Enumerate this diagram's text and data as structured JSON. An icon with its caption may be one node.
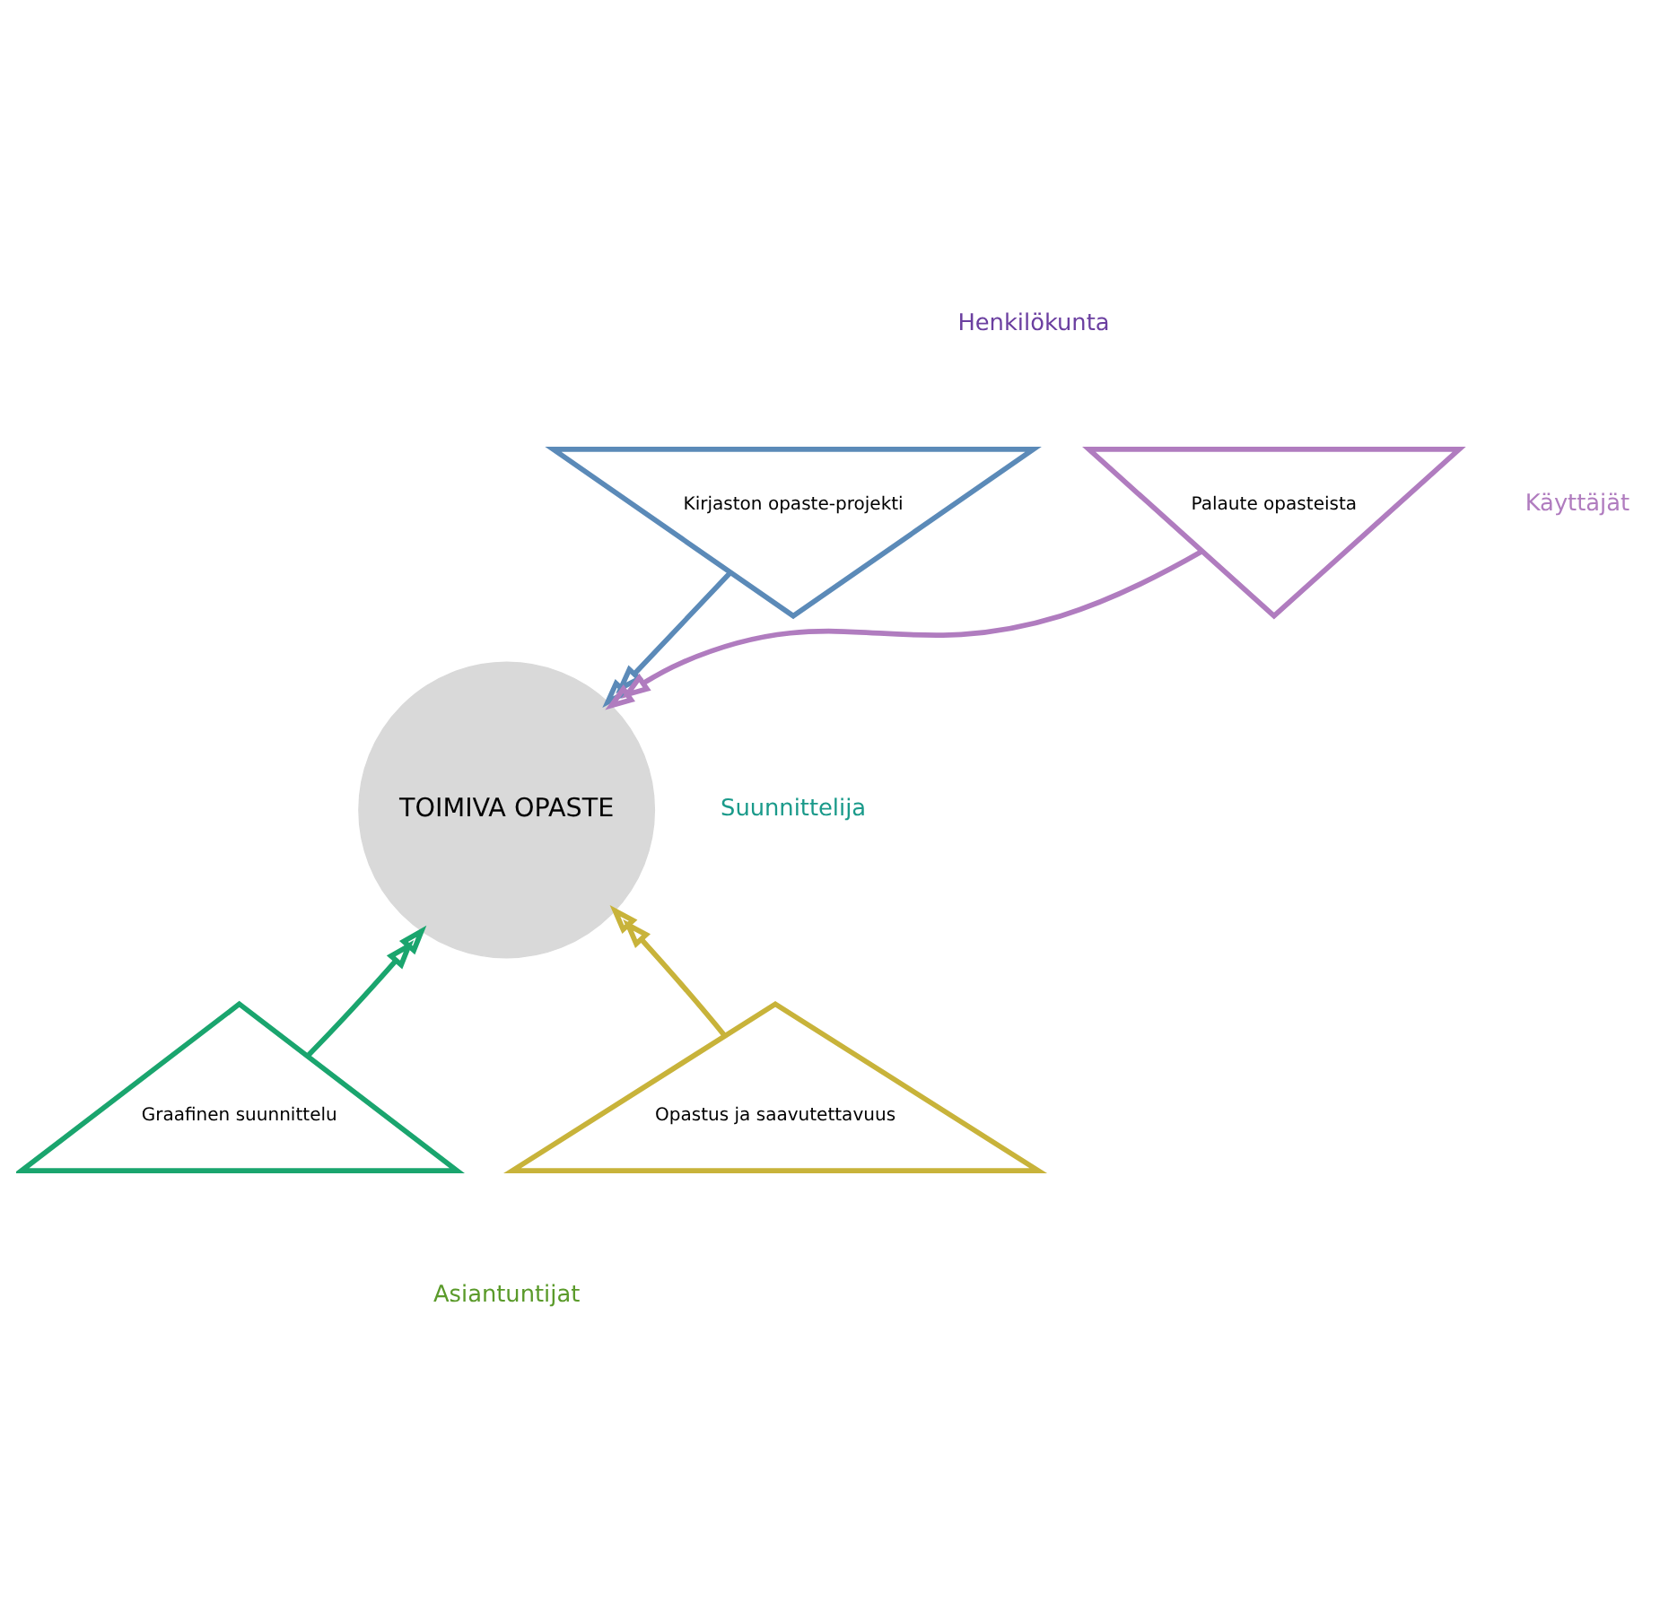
{
  "diagram": {
    "nodes": [
      {
        "text": [
          "TOIMIVA OPASTE"
        ]
      },
      {
        "text": [
          "Kirjaston opaste-projekti"
        ]
      },
      {
        "text": [
          "Palaute opasteista"
        ]
      },
      {
        "text": [
          "Graafinen suunnittelu"
        ]
      },
      {
        "text": [
          "Opastus ja saavutettavuus"
        ]
      }
    ],
    "edges": [
      {
        "from": 1,
        "to": 0,
        "arrow": "to",
        "color": "#5b8ab8"
      },
      {
        "from": 2,
        "to": 0,
        "arrow": "to",
        "color": "#b07cbf"
      },
      {
        "from": 3,
        "to": 0,
        "arrow": "to",
        "color": "#1aa56e"
      },
      {
        "from": 4,
        "to": 0,
        "arrow": "to",
        "color": "#c8b33a"
      }
    ],
    "labels": [
      "Henkilökunta",
      "Käyttäjät",
      "Suunnittelija",
      "Asiantuntijat"
    ]
  }
}
